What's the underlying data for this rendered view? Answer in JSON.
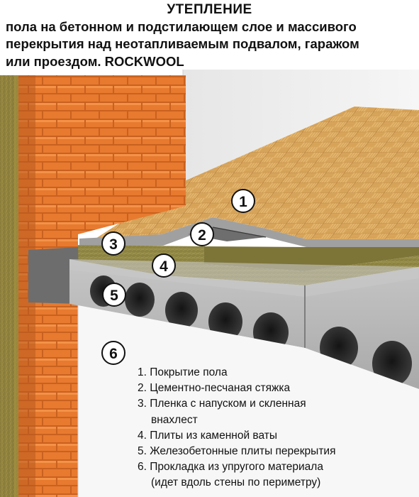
{
  "title": {
    "main": "УТЕПЛЕНИЕ",
    "line1": "пола на бетонном и подстилающем слое и массивого",
    "line2": "перекрытия над неотапливаемым подвалом, гаражом",
    "line3": "или проездом. ROCKWOOL"
  },
  "callouts": [
    "1",
    "2",
    "3",
    "4",
    "5",
    "6"
  ],
  "legend": [
    {
      "text": "1. Покрытие пола"
    },
    {
      "text": "2. Цементно-песчаная стяжка"
    },
    {
      "text": "3. Пленка с напуском и скленная",
      "cont": "внахлест"
    },
    {
      "text": "4. Плиты из каменной ваты"
    },
    {
      "text": "5. Железобетонные плиты перекрытия"
    },
    {
      "text": "6. Прокладка из упругого материала",
      "cont": "(идет вдоль стены по периметру)"
    }
  ],
  "colors": {
    "brick": "#e2732a",
    "parquet": "#e2b36a",
    "insulation": "#8a8040",
    "screed": "#9c9c9c",
    "concrete": "#b9b9b9",
    "wall": "#f3f3f3"
  }
}
